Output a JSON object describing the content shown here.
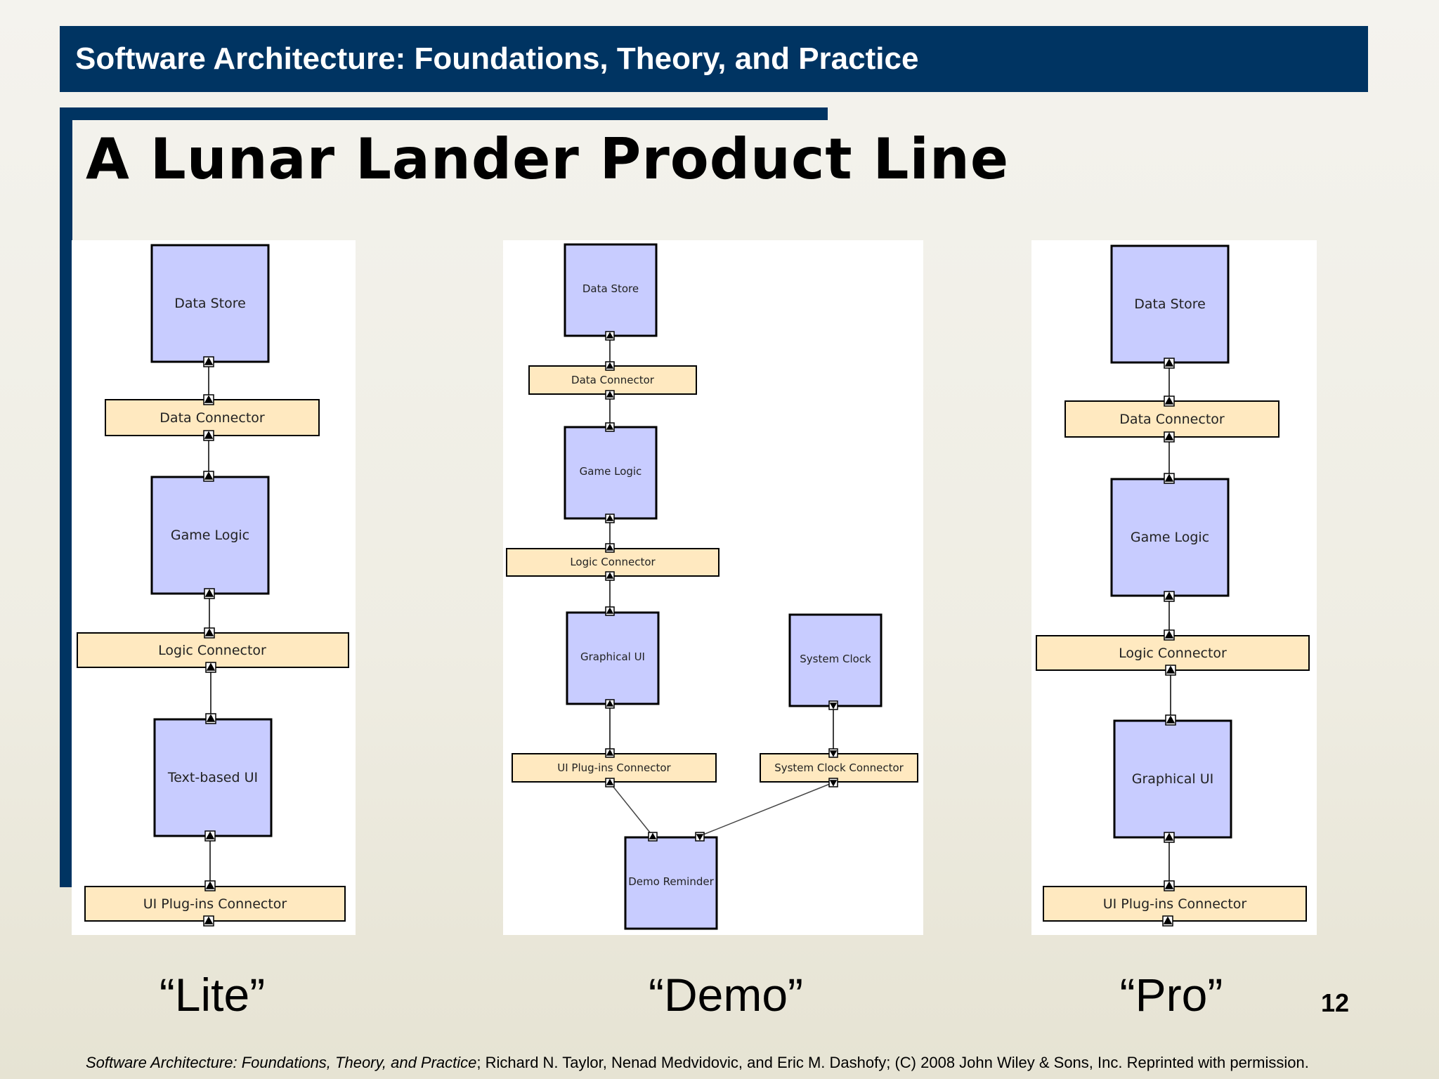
{
  "header": {
    "title": "Software Architecture: Foundations, Theory, and Practice"
  },
  "slide": {
    "title": "A Lunar Lander Product Line",
    "number": "12"
  },
  "colors": {
    "header_bg": "#003462",
    "component_fill": "#c8ccff",
    "connector_fill": "#ffe9c0"
  },
  "variants": {
    "lite": {
      "label": "“Lite”",
      "components": {
        "data_store": "Data Store",
        "data_connector": "Data Connector",
        "game_logic": "Game Logic",
        "logic_connector": "Logic Connector",
        "text_ui": "Text-based UI",
        "ui_plugins_connector": "UI Plug-ins Connector"
      }
    },
    "demo": {
      "label": "“Demo”",
      "components": {
        "data_store": "Data Store",
        "data_connector": "Data Connector",
        "game_logic": "Game Logic",
        "logic_connector": "Logic Connector",
        "graphical_ui": "Graphical UI",
        "system_clock": "System Clock",
        "ui_plugins_connector": "UI Plug-ins Connector",
        "system_clock_connector": "System Clock Connector",
        "demo_reminder": "Demo Reminder"
      }
    },
    "pro": {
      "label": "“Pro”",
      "components": {
        "data_store": "Data Store",
        "data_connector": "Data Connector",
        "game_logic": "Game Logic",
        "logic_connector": "Logic Connector",
        "graphical_ui": "Graphical UI",
        "ui_plugins_connector": "UI Plug-ins Connector"
      }
    }
  },
  "footer": {
    "book_title": "Software Architecture: Foundations, Theory, and Practice",
    "credit": "; Richard N. Taylor, Nenad Medvidovic, and Eric M. Dashofy; (C) 2008 John Wiley & Sons, Inc. Reprinted with permission."
  }
}
